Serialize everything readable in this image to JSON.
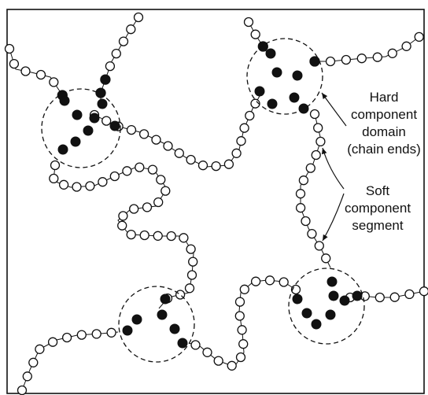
{
  "colors": {
    "background": "#ffffff",
    "stroke": "#111111",
    "soft_bead": "#ffffff",
    "hard_bead": "#111111"
  },
  "labels": {
    "hard": [
      "Hard",
      "component",
      "domain",
      "(chain ends)"
    ],
    "soft": [
      "Soft",
      "component",
      "segment"
    ]
  }
}
